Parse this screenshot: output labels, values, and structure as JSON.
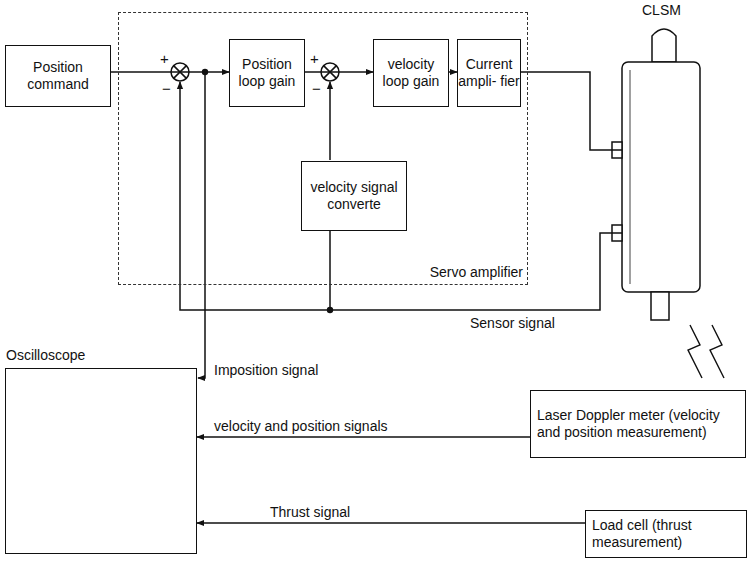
{
  "diagram": {
    "nodes": [
      {
        "text": [
          "Position command"
        ]
      },
      {
        "text": [
          "Servo amplifier"
        ]
      },
      {
        "text": [
          "Position loop gain"
        ],
        "in": 1
      },
      {
        "text": [
          "velocity loop gain"
        ],
        "in": 1
      },
      {
        "text": [
          "Current ampli- fier"
        ],
        "in": 1
      },
      {
        "text": [
          "velocity signal converte"
        ],
        "in": 1
      },
      {
        "text": [
          "CLSM"
        ]
      },
      {
        "text": [
          "Oscilloscope"
        ]
      },
      {
        "text": [
          "Laser Doppler meter (velocity and position measurement)"
        ]
      },
      {
        "text": [
          "Load cell (thrust measurement)"
        ]
      }
    ],
    "edges": [
      {
        "from": 0,
        "to": 2,
        "arrow": "to"
      },
      {
        "from": 2,
        "to": 3,
        "arrow": "to"
      },
      {
        "from": 3,
        "to": 4,
        "arrow": "to"
      },
      {
        "from": 4,
        "to": 6,
        "arrow": "none"
      },
      {
        "from": 6,
        "to": 5,
        "arrow": "none",
        "label": "Sensor signal"
      },
      {
        "from": 8,
        "to": 7,
        "arrow": "to",
        "label": "velocity and position signals"
      },
      {
        "from": 9,
        "to": 7,
        "arrow": "to",
        "label": "Thrust signal"
      }
    ],
    "labels": [
      "+",
      "−",
      "+",
      "−",
      "Imposition signal"
    ]
  }
}
